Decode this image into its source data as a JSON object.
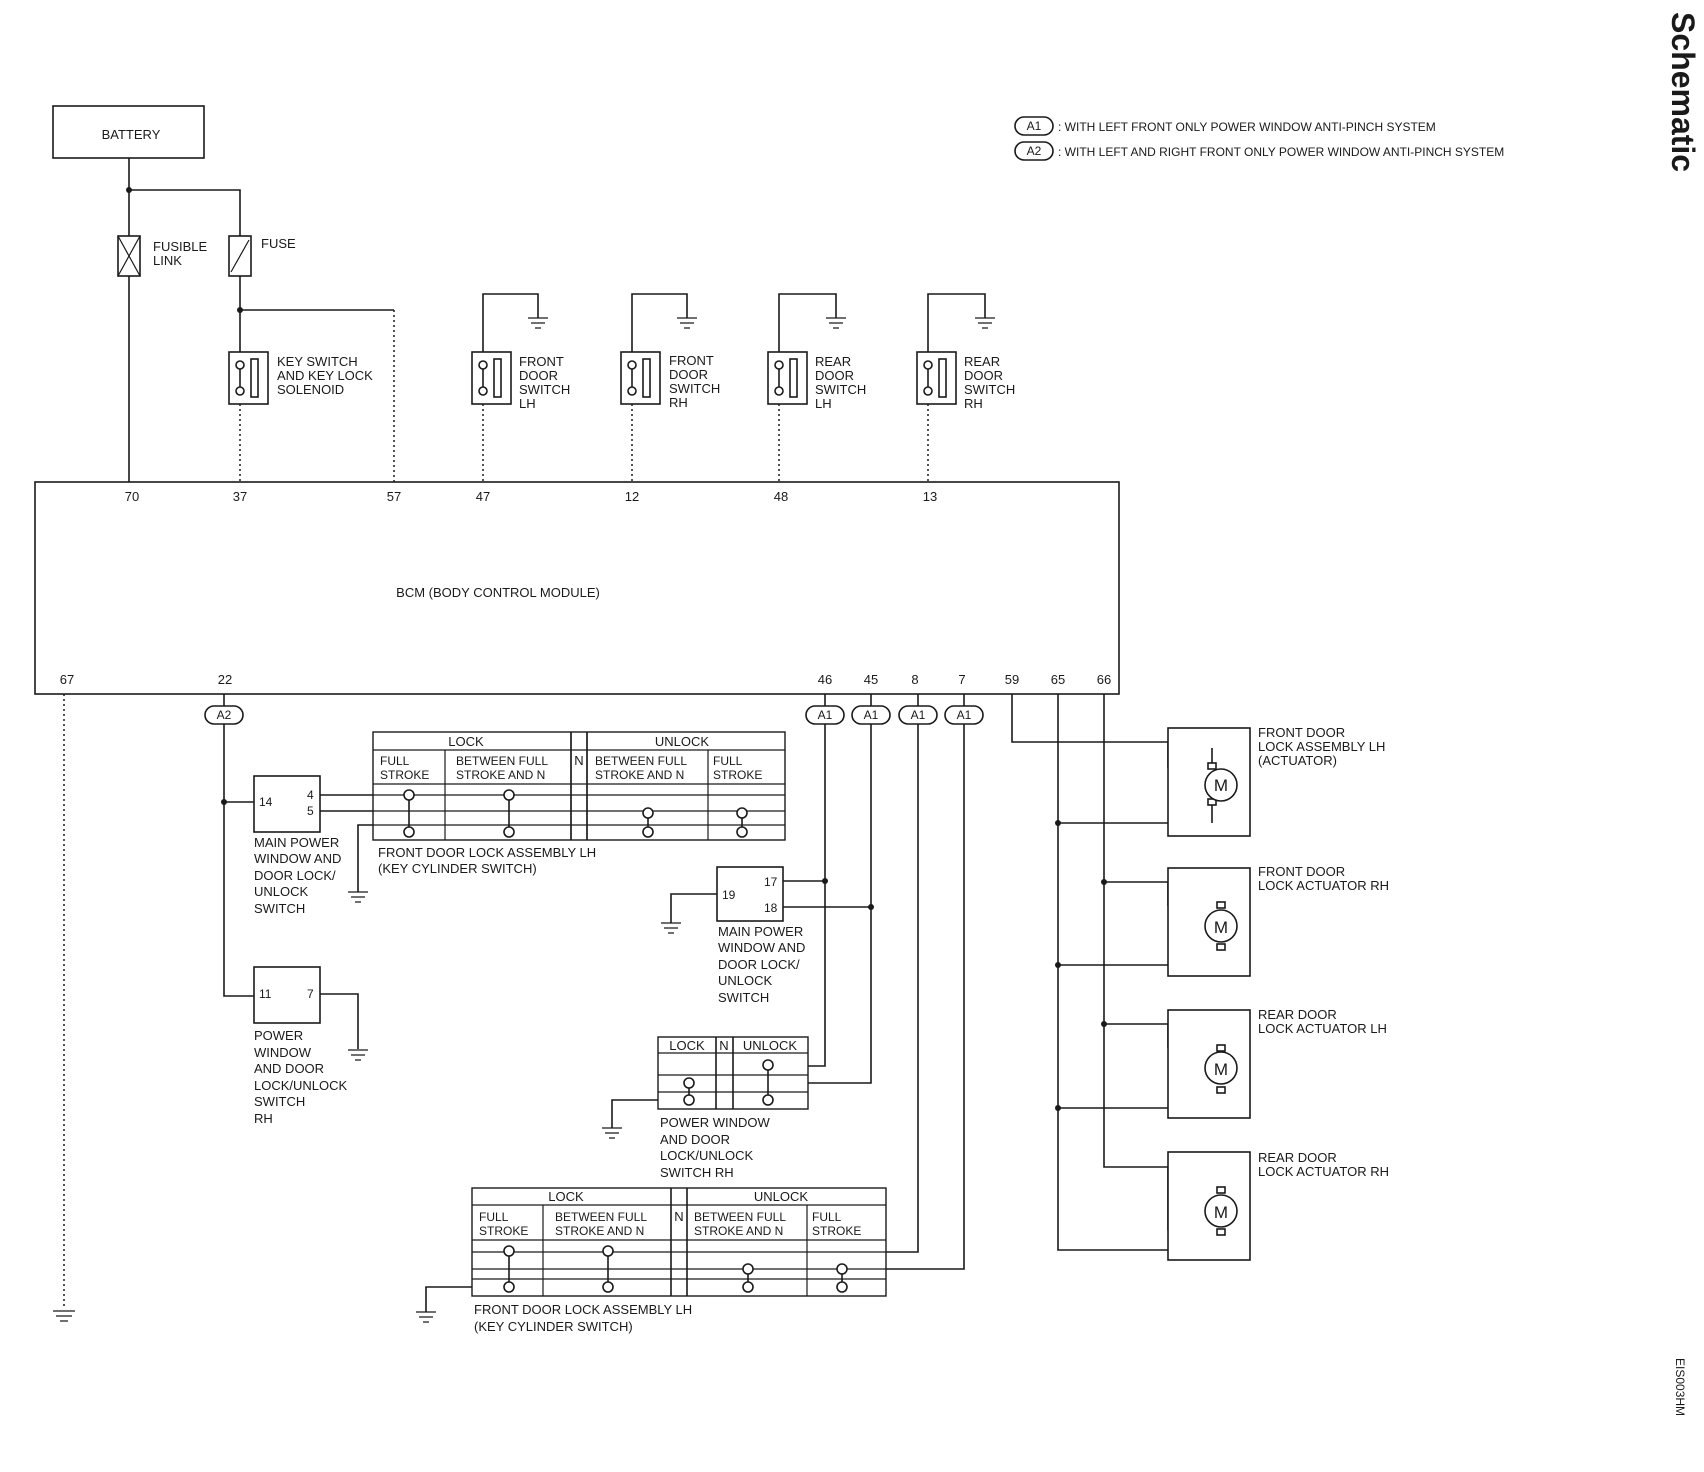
{
  "page_title": "Schematic",
  "figure_code": "EIS003HM",
  "legend": [
    {
      "tag": "A1",
      "text": ": WITH LEFT FRONT ONLY POWER WINDOW ANTI-PINCH SYSTEM"
    },
    {
      "tag": "A2",
      "text": ": WITH LEFT AND RIGHT  FRONT ONLY POWER WINDOW ANTI-PINCH SYSTEM"
    }
  ],
  "battery": "BATTERY",
  "fusible_link": [
    "FUSIBLE",
    "LINK"
  ],
  "fuse": "FUSE",
  "key_switch": [
    "KEY SWITCH",
    "AND KEY LOCK",
    "SOLENOID"
  ],
  "door_switches": [
    {
      "lines": [
        "FRONT",
        "DOOR",
        "SWITCH",
        "LH"
      ]
    },
    {
      "lines": [
        "FRONT",
        "DOOR",
        "SWITCH",
        "RH"
      ]
    },
    {
      "lines": [
        "REAR",
        "DOOR",
        "SWITCH",
        "LH"
      ]
    },
    {
      "lines": [
        "REAR",
        "DOOR",
        "SWITCH",
        "RH"
      ]
    }
  ],
  "bcm": {
    "label": "BCM (BODY CONTROL MODULE)",
    "top_pins": [
      "70",
      "37",
      "57",
      "47",
      "12",
      "48",
      "13"
    ],
    "bottom_pins": [
      "67",
      "22",
      "46",
      "45",
      "8",
      "7",
      "59",
      "65",
      "66"
    ]
  },
  "tags": {
    "a1": "A1",
    "a2": "A2"
  },
  "main_pw_switch_lh": {
    "pins": [
      "14",
      "4",
      "5"
    ],
    "label": [
      "MAIN POWER",
      "WINDOW AND",
      "DOOR LOCK/",
      "UNLOCK",
      "SWITCH"
    ]
  },
  "pw_switch_rh_left": {
    "pins": [
      "11",
      "7"
    ],
    "label": [
      "POWER",
      "WINDOW",
      "AND DOOR",
      "LOCK/UNLOCK",
      "SWITCH",
      "RH"
    ]
  },
  "main_pw_switch_mid": {
    "pins": [
      "19",
      "17",
      "18"
    ],
    "label": [
      "MAIN POWER",
      "WINDOW AND",
      "DOOR LOCK/",
      "UNLOCK",
      "SWITCH"
    ]
  },
  "pw_switch_rh_mid": {
    "headers": [
      "LOCK",
      "N",
      "UNLOCK"
    ],
    "label": [
      "POWER WINDOW",
      "AND DOOR",
      "LOCK/UNLOCK",
      "SWITCH RH"
    ]
  },
  "key_cyl_table": {
    "lock": "LOCK",
    "unlock": "UNLOCK",
    "n": "N",
    "full_stroke": [
      "FULL",
      "STROKE"
    ],
    "between": [
      "BETWEEN FULL",
      "STROKE AND N"
    ]
  },
  "key_cyl_label": [
    "FRONT DOOR LOCK ASSEMBLY LH",
    "(KEY CYLINDER SWITCH)"
  ],
  "actuators": [
    {
      "lines": [
        "FRONT DOOR",
        "LOCK ASSEMBLY LH",
        "(ACTUATOR)"
      ]
    },
    {
      "lines": [
        "FRONT DOOR",
        "LOCK ACTUATOR RH"
      ]
    },
    {
      "lines": [
        "REAR DOOR",
        "LOCK ACTUATOR LH"
      ]
    },
    {
      "lines": [
        "REAR DOOR",
        "LOCK ACTUATOR RH"
      ]
    }
  ],
  "motor_symbol": "M"
}
